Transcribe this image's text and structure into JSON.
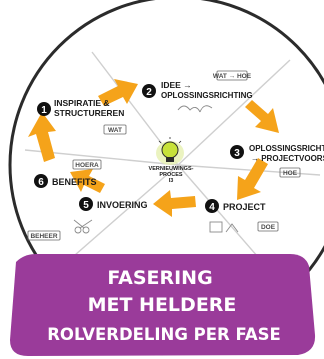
{
  "steps": [
    {
      "num": "1",
      "label_line1": "INSPIRATIE &",
      "label_line2": "STRUCTUREREN",
      "tag": "WAT"
    },
    {
      "num": "2",
      "label_line1": "IDEE →",
      "label_line2": "OPLOSSINGSRICHTING",
      "tag": "WAT → HOE"
    },
    {
      "num": "3",
      "label_line1": "OPLOSSINGSRICHTI",
      "label_line2": "→ PROJECTVOORS",
      "tag": "HOE"
    },
    {
      "num": "4",
      "label_line1": "PROJECT",
      "label_line2": "",
      "tag": "DOE"
    },
    {
      "num": "5",
      "label_line1": "INVOERING",
      "label_line2": "",
      "tag": "BEHEER"
    },
    {
      "num": "6",
      "label_line1": "BENEFITS",
      "label_line2": "",
      "tag": "HOERA"
    }
  ],
  "center": {
    "line1": "VERNIEUWINGS-",
    "line2": "PROCES",
    "line3": "I3"
  },
  "banner": {
    "line1": "FASERING",
    "line2": "MET HELDERE",
    "line3": "ROLVERDELING PER FASE"
  },
  "colors": {
    "arrow": "#f5a31a",
    "banner": "#9a3b9a",
    "badge": "#111111",
    "bulb": "#c7e23a"
  }
}
